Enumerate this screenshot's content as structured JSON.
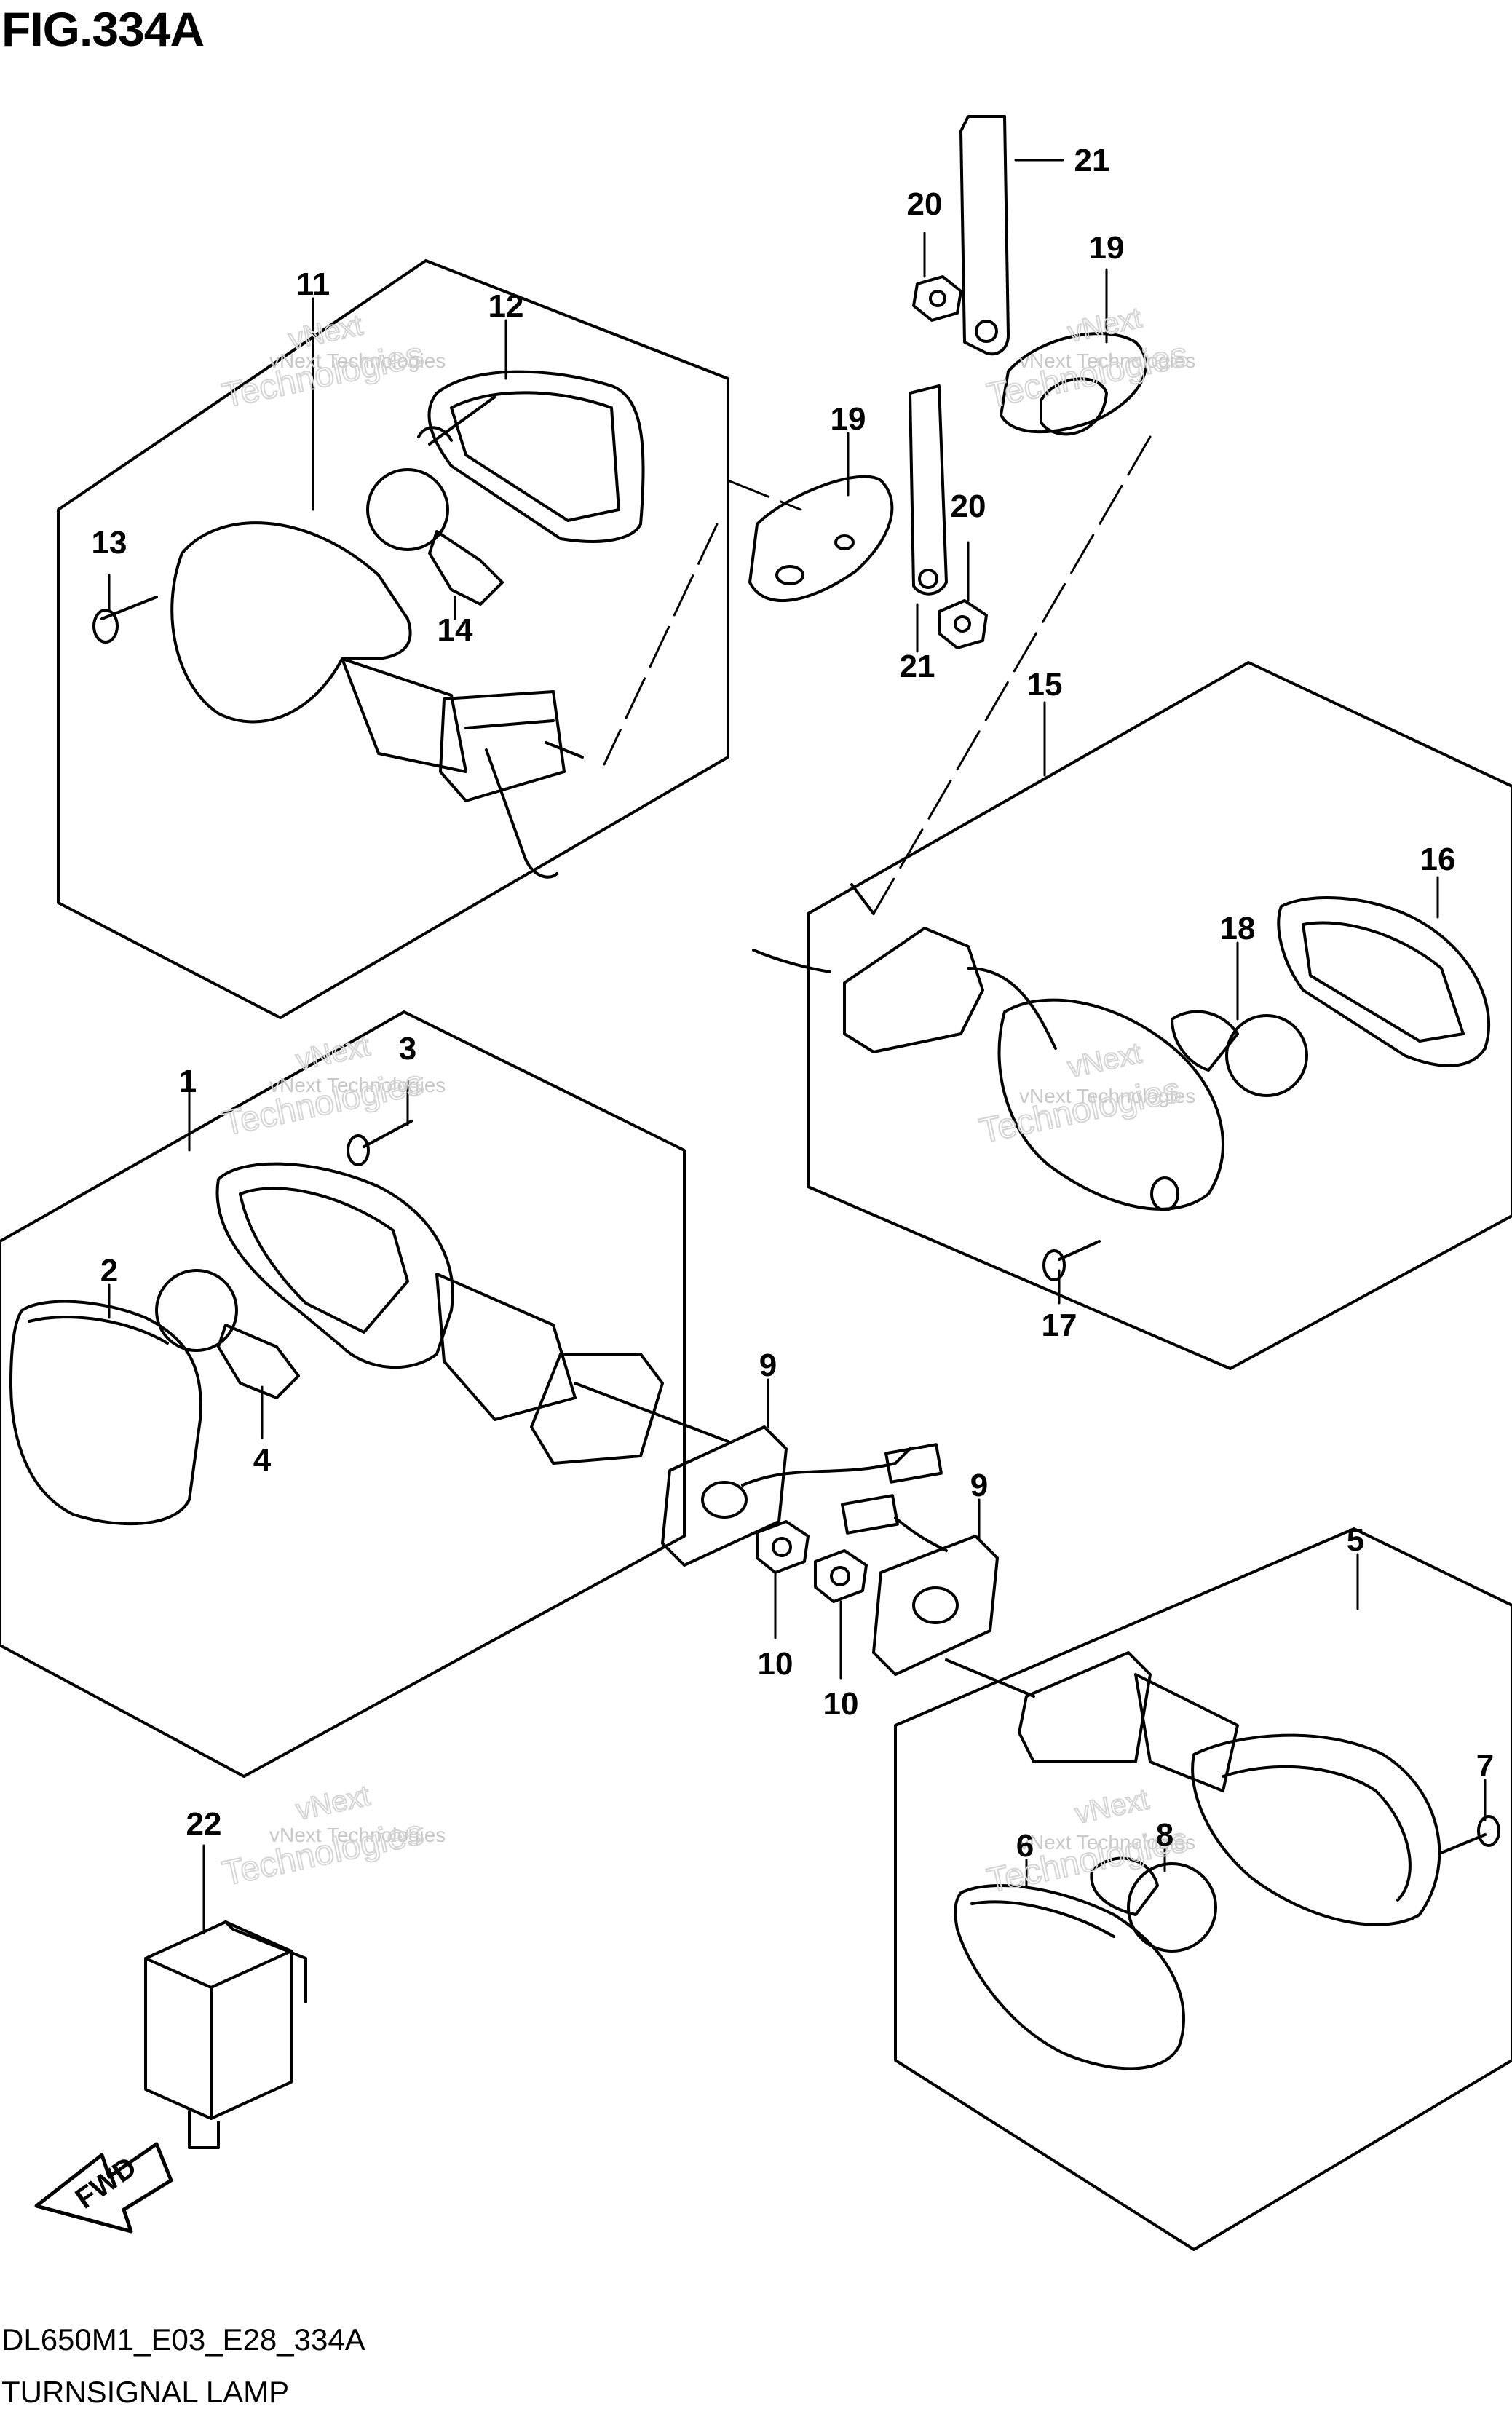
{
  "figure": {
    "title": "FIG.334A",
    "drawing_code": "DL650M1_E03_E28_334A",
    "caption": "TURNSIGNAL LAMP"
  },
  "watermark": {
    "line1": "vNext Technologies",
    "line2a": "vNext",
    "line2b": "Technologies"
  },
  "direction_marker": "FWD",
  "callouts": [
    "1",
    "2",
    "3",
    "4",
    "5",
    "6",
    "7",
    "8",
    "9",
    "9",
    "10",
    "10",
    "11",
    "12",
    "13",
    "14",
    "15",
    "16",
    "17",
    "18",
    "19",
    "19",
    "20",
    "20",
    "21",
    "21",
    "22"
  ]
}
